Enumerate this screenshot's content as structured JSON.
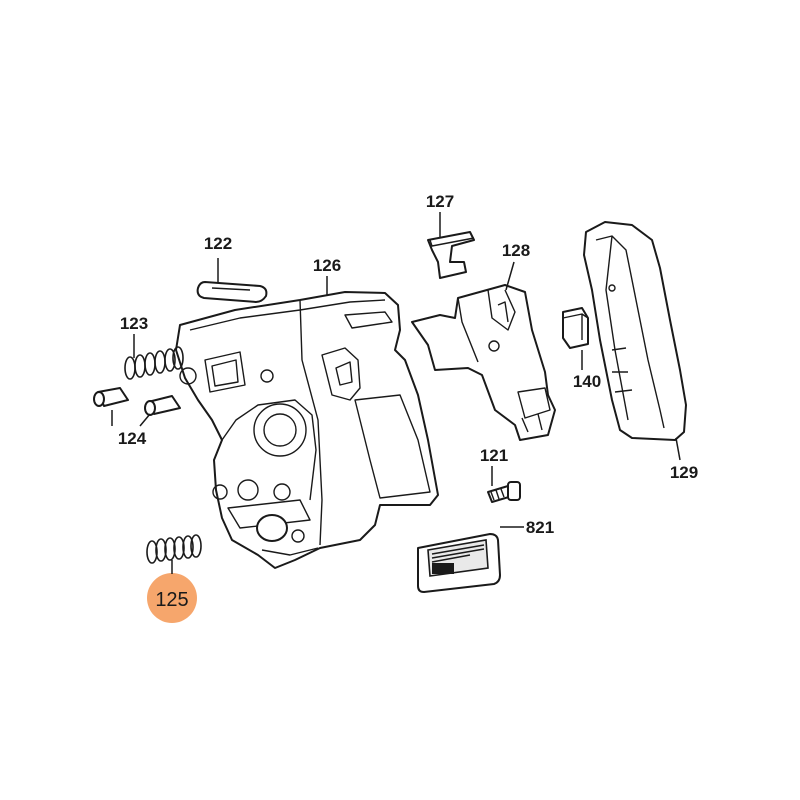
{
  "diagram": {
    "highlight_color": "#f6a66c",
    "line_color": "#1a1a1a",
    "callouts": [
      {
        "id": "121",
        "label": "121"
      },
      {
        "id": "122",
        "label": "122"
      },
      {
        "id": "123",
        "label": "123"
      },
      {
        "id": "124",
        "label": "124"
      },
      {
        "id": "125",
        "label": "125",
        "highlighted": true
      },
      {
        "id": "126",
        "label": "126"
      },
      {
        "id": "127",
        "label": "127"
      },
      {
        "id": "128",
        "label": "128"
      },
      {
        "id": "129",
        "label": "129"
      },
      {
        "id": "140",
        "label": "140"
      },
      {
        "id": "821",
        "label": "821"
      }
    ]
  }
}
